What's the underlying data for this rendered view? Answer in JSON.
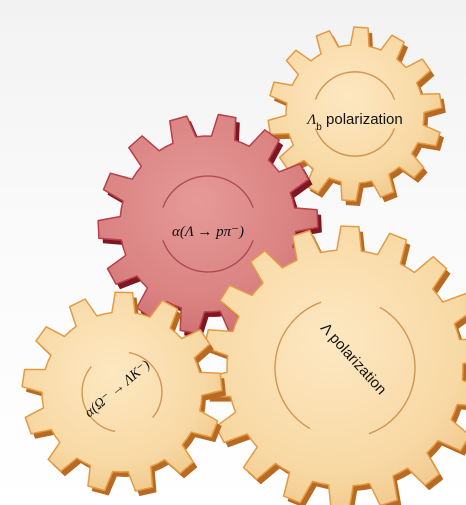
{
  "diagram": {
    "gears": [
      {
        "id": "lambda-b-polarization",
        "label_symbol": "Λ",
        "label_subscript": "b",
        "label_text": " polarization",
        "fill": "#f8d9a5",
        "edge": "#e49a45",
        "shadow": "#b86a23",
        "ring": "#c77c2f"
      },
      {
        "id": "alpha-lambda-decay",
        "label_math": "α(Λ → pπ⁻)",
        "fill": "#dc8585",
        "edge": "#b93f48",
        "shadow": "#7f1722",
        "ring": "#9d3340"
      },
      {
        "id": "lambda-polarization",
        "label_text": "Λ polarization",
        "fill": "#f8d9a5",
        "edge": "#e49a45",
        "shadow": "#b86a23",
        "ring": "#c77c2f"
      },
      {
        "id": "alpha-omega-decay",
        "label_math": "α(Ω⁻ → ΛK⁻)",
        "fill": "#f8d9a5",
        "edge": "#e49a45",
        "shadow": "#b86a23",
        "ring": "#c77c2f"
      }
    ]
  }
}
